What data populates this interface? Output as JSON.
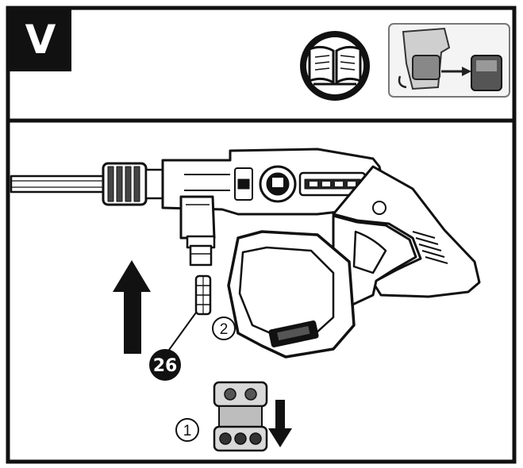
{
  "header": {
    "step_letter": "V",
    "manual_icon": "open-book-icon",
    "reference_thumbnail": "battery-removal-thumbnail"
  },
  "callouts": {
    "part_number": "26",
    "step_1": "1",
    "step_2": "2"
  },
  "icons": {
    "up_arrow": "arrow-up-icon",
    "down_arrow": "arrow-down-icon"
  },
  "colors": {
    "ink": "#111111",
    "paper": "#ffffff",
    "light_gray": "#d9d9d9",
    "mid_gray": "#9a9a9a"
  }
}
